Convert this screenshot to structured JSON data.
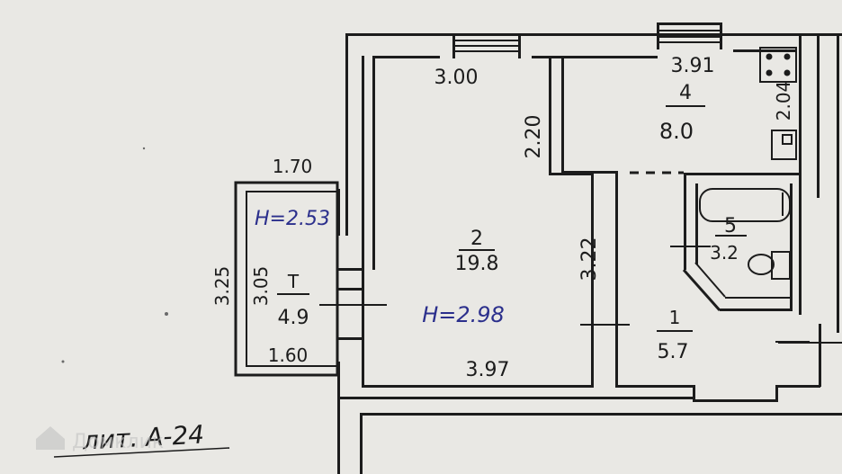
{
  "colors": {
    "paper": "#e9e8e4",
    "wall": "#1c1c1c",
    "ink": "#1c1c1c",
    "blue_ink": "#2b2f8c",
    "watermark": "#bfbfbf"
  },
  "rooms": {
    "room2": {
      "number": "2",
      "area": "19.8"
    },
    "room4": {
      "number": "4",
      "area": "8.0"
    },
    "room5": {
      "number": "5",
      "area": "3.2"
    },
    "room1": {
      "number": "1",
      "area": "5.7"
    },
    "balcony": {
      "number": "T",
      "area": "4.9",
      "height": "H=2.53"
    }
  },
  "ceiling_height": "H=2.98",
  "dimensions": {
    "room2_top": "3.00",
    "room2_bottom": "3.97",
    "room2_side": "2.20",
    "room1_side": "3.22",
    "room4_top": "3.91",
    "room4_side": "2.04",
    "balcony_top": "1.70",
    "balcony_bottom": "1.60",
    "balcony_outer": "3.25",
    "balcony_inner": "3.05"
  },
  "stamp": "лит. А-24",
  "watermark": "Домклик"
}
